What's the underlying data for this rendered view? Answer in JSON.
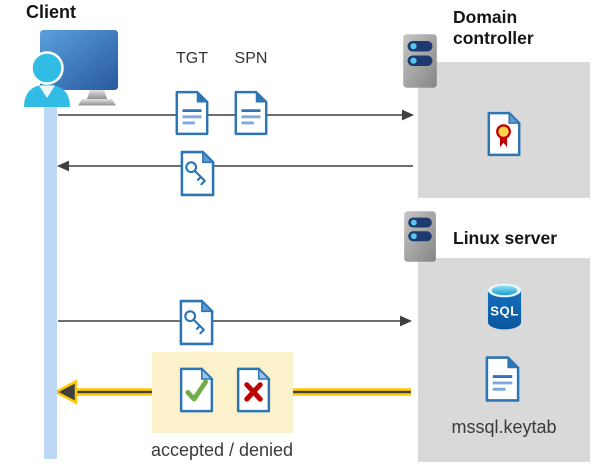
{
  "client": {
    "label": "Client"
  },
  "domain_controller": {
    "title": "Domain controller"
  },
  "linux_server": {
    "title": "Linux server",
    "sql_badge": "SQL",
    "keytab_filename": "mssql.keytab"
  },
  "tickets": {
    "tgt_label": "TGT",
    "spn_label": "SPN"
  },
  "result": {
    "label": "accepted / denied"
  },
  "flows": [
    {
      "from": "Client",
      "to": "Domain controller",
      "direction": "right",
      "carries": [
        "tgt-document-icon",
        "spn-document-icon"
      ],
      "highlighted": false
    },
    {
      "from": "Domain controller",
      "to": "Client",
      "direction": "left",
      "carries": [
        "key-document-icon"
      ],
      "highlighted": false
    },
    {
      "from": "Client",
      "to": "Linux server",
      "direction": "right",
      "carries": [
        "key-document-icon"
      ],
      "highlighted": false
    },
    {
      "from": "Linux server",
      "to": "Client",
      "direction": "left",
      "carries": [
        "check-document-icon",
        "cross-document-icon"
      ],
      "highlighted": true
    }
  ],
  "icons": {
    "client": "user-at-workstation-icon",
    "domain_controller": "server-icon",
    "linux_server": "server-icon",
    "tgt": "document-icon",
    "spn": "document-icon",
    "service_ticket": "key-document-icon",
    "certificate": "certificate-document-icon",
    "sql": "sql-database-icon",
    "accepted": "check-document-icon",
    "denied": "cross-document-icon",
    "keytab": "document-icon"
  },
  "colors": {
    "accent_blue": "#2E75B6",
    "soft_blue": "#7FA8DC",
    "mid_blue": "#5B9BD5",
    "fold_light": "#9DC3E6",
    "panel_gray": "#D9D9D9",
    "highlight_yellow": "#FBF2CC",
    "arrow_yellow": "#FFC800",
    "arrow_dark": "#3F3F3F",
    "line_gray": "#595959",
    "check_green": "#6FAE44",
    "cross_red": "#C00000",
    "lifeline_blue": "#BDD8F6",
    "person_cyan": "#31BCE6",
    "sql_blue": "#0E63AE",
    "text_dark": "#3A3A3A"
  }
}
